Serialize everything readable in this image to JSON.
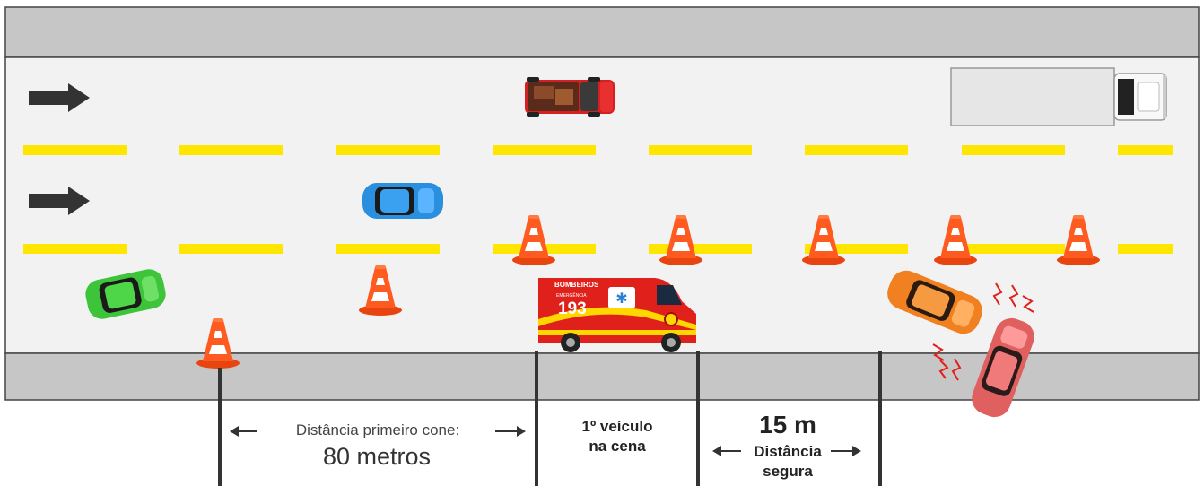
{
  "diagram": {
    "first_cone_distance": {
      "caption": "Distância primeiro cone:",
      "value": "80 metros"
    },
    "first_vehicle": {
      "line1": "1º veículo",
      "line2": "na cena"
    },
    "safe_distance": {
      "value": "15 m",
      "line1": "Distância",
      "line2": "segura"
    },
    "ambulance": {
      "agency": "BOMBEIROS",
      "tag": "EMERGÊNCIA",
      "number": "193"
    },
    "colors": {
      "road": "#f2f2f2",
      "shoulder": "#c6c6c6",
      "lane_marking": "#ffe600",
      "cone": "#ff4d12",
      "ambulance_red": "#e0201b",
      "ambulance_yellow": "#ffd700"
    }
  }
}
